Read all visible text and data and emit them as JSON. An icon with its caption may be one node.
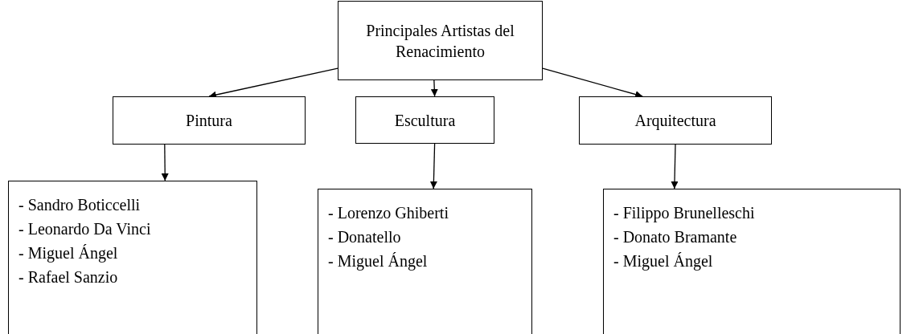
{
  "diagram": {
    "nodes": [
      {
        "text": [
          "Principales Artistas del Renacimiento"
        ]
      },
      {
        "text": [
          "Pintura"
        ]
      },
      {
        "text": [
          "Escultura"
        ]
      },
      {
        "text": [
          "Arquitectura"
        ]
      },
      {
        "text": [
          "- Sandro Boticcelli",
          "- Leonardo Da Vinci",
          "- Miguel Ángel",
          "- Rafael Sanzio"
        ]
      },
      {
        "text": [
          "- Lorenzo Ghiberti",
          "- Donatello",
          "- Miguel Ángel"
        ]
      },
      {
        "text": [
          "- Filippo Brunelleschi",
          "- Donato Bramante",
          "- Miguel Ángel"
        ]
      }
    ],
    "edges": [
      {
        "from": 0,
        "to": 1,
        "arrow": "to"
      },
      {
        "from": 0,
        "to": 2,
        "arrow": "to"
      },
      {
        "from": 0,
        "to": 3,
        "arrow": "to"
      },
      {
        "from": 1,
        "to": 4,
        "arrow": "to"
      },
      {
        "from": 2,
        "to": 5,
        "arrow": "to"
      },
      {
        "from": 3,
        "to": 6,
        "arrow": "to"
      }
    ]
  }
}
